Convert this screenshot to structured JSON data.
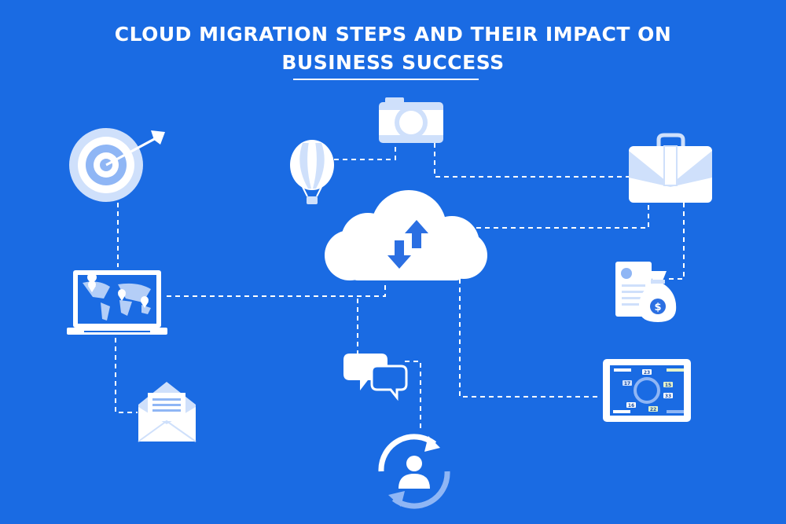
{
  "title": {
    "line1": "CLOUD MIGRATION STEPS AND THEIR IMPACT ON",
    "line2": "BUSINESS SUCCESS"
  },
  "icons": [
    "target-icon",
    "hot-air-balloon-icon",
    "camera-icon",
    "briefcase-icon",
    "cloud-sync-icon",
    "laptop-world-map-icon",
    "invoice-money-bag-icon",
    "chat-bubbles-icon",
    "envelope-icon",
    "user-sync-icon",
    "tablet-dashboard-icon"
  ],
  "tablet_labels": [
    "23",
    "17",
    "15",
    "33",
    "16",
    "22"
  ],
  "colors": {
    "background": "#1a6be3",
    "icon_light": "#ffffff",
    "icon_tint": "#cfe0fb",
    "icon_mid": "#8fb6f5",
    "accent": "#2b6fe2"
  }
}
